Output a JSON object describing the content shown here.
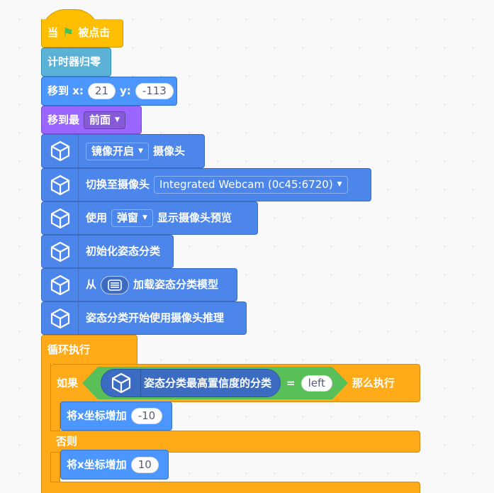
{
  "blocks": {
    "when_clicked": {
      "prefix": "当",
      "suffix": "被点击",
      "flag_icon": "green-flag-icon"
    },
    "reset_timer": {
      "label": "计时器归零"
    },
    "go_to_xy": {
      "label": "移到 x:",
      "x": "21",
      "y_label": "y:",
      "y": "-113"
    },
    "go_to_layer": {
      "label": "移到最",
      "value": "前面"
    },
    "mirror_camera": {
      "value": "镜像开启",
      "label": "摄像头"
    },
    "switch_camera": {
      "label": "切换至摄像头",
      "value": "Integrated Webcam (0c45:6720)"
    },
    "use_preview": {
      "prefix": "使用",
      "value": "弹窗",
      "suffix": "显示摄像头预览"
    },
    "init_pose": {
      "label": "初始化姿态分类"
    },
    "load_model": {
      "prefix": "从",
      "suffix": "加载姿态分类模型"
    },
    "start_infer": {
      "label": "姿态分类开始使用摄像头推理"
    },
    "forever": {
      "label": "循环执行"
    },
    "if_else": {
      "if_label": "如果",
      "reporter": "姿态分类最高置信度的分类",
      "eq": "=",
      "compare_value": "left",
      "then_label": "那么执行",
      "else_label": "否则"
    },
    "change_x_neg": {
      "label": "将x坐标增加",
      "value": "-10"
    },
    "change_x_pos": {
      "label": "将x坐标增加",
      "value": "10"
    }
  },
  "colors": {
    "events": "#ffbf00",
    "sensing": "#5cb1d6",
    "motion": "#4c97ff",
    "looks": "#9966ff",
    "extension": "#4c86ea",
    "control": "#ffab19",
    "operators": "#59c059"
  }
}
